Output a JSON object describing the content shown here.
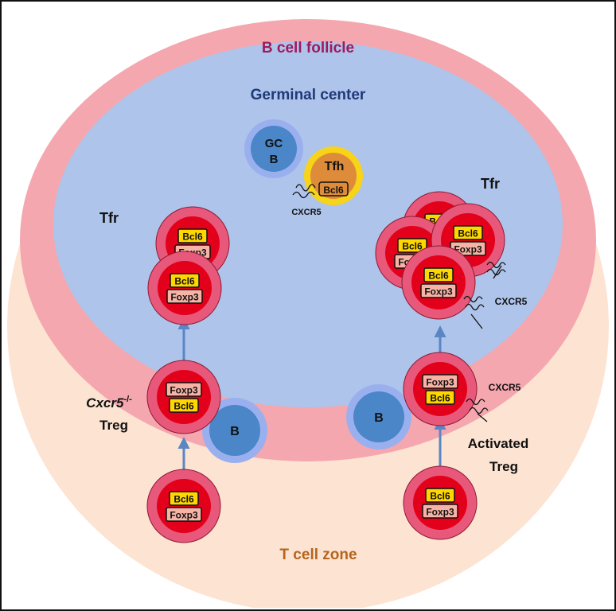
{
  "labels": {
    "follicle": "B cell follicle",
    "germinal_center": "Germinal center",
    "t_cell_zone": "T cell zone",
    "tfr_left": "Tfr",
    "tfr_right": "Tfr",
    "cxcr5_ko": "Cxcr5",
    "cxcr5_ko_sup": "-/-",
    "treg_left": "Treg",
    "activated": "Activated",
    "treg_right": "Treg",
    "cxcr5_tfh": "CXCR5",
    "cxcr5_right_upper": "CXCR5",
    "cxcr5_right_lower": "CXCR5",
    "gc": "GC",
    "gc_b": "B",
    "tfh": "Tfh",
    "b_left": "B",
    "b_right": "B",
    "bcl6": "Bcl6",
    "foxp3": "Foxp3"
  },
  "colors": {
    "follicle": "#f4a7ae",
    "germinal_center": "#aec4ea",
    "t_cell_zone": "#fde3d2",
    "follicle_text": "#a0195b",
    "gc_text": "#1f3a78",
    "tzone_text": "#b5651d",
    "arrow": "#5b86c4",
    "cell_outer": "#e8587a",
    "cell_nucleus": "#e3001b",
    "bcl6_box": "#ffd700",
    "foxp3_box": "#f7b4a6"
  }
}
